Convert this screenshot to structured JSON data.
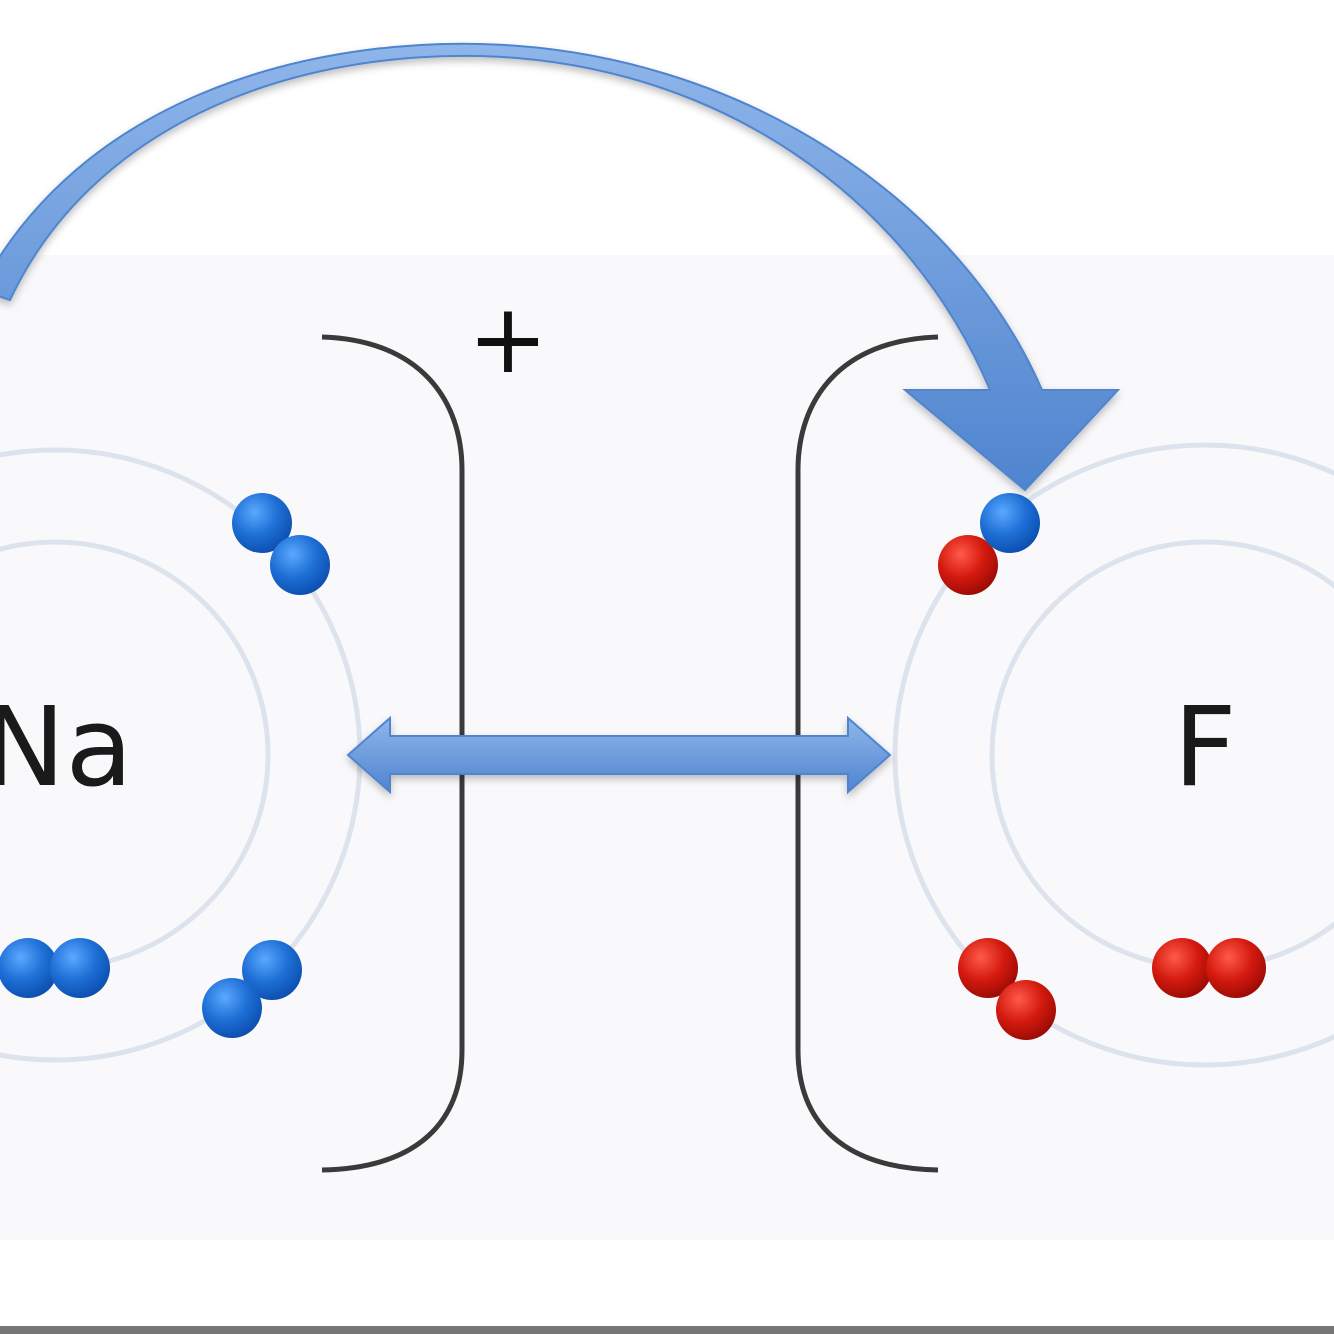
{
  "atoms": {
    "left": {
      "symbol": "Na",
      "electrons": 8
    },
    "right": {
      "symbol": "F",
      "electrons": 6,
      "received_electrons": 1
    }
  },
  "charge": "+",
  "colors": {
    "sodium_electron": "#1e6fd6",
    "fluorine_electron": "#d41a0f",
    "arrow": "#5b8fd6",
    "orbit": "#dde3ec",
    "bracket": "#3a3a3a",
    "panel": "#f9f9fb",
    "bottom_border": "#777777"
  },
  "icons": {
    "transfer_arrow": "curved-arrow-icon",
    "attraction_arrow": "double-arrow-icon"
  }
}
